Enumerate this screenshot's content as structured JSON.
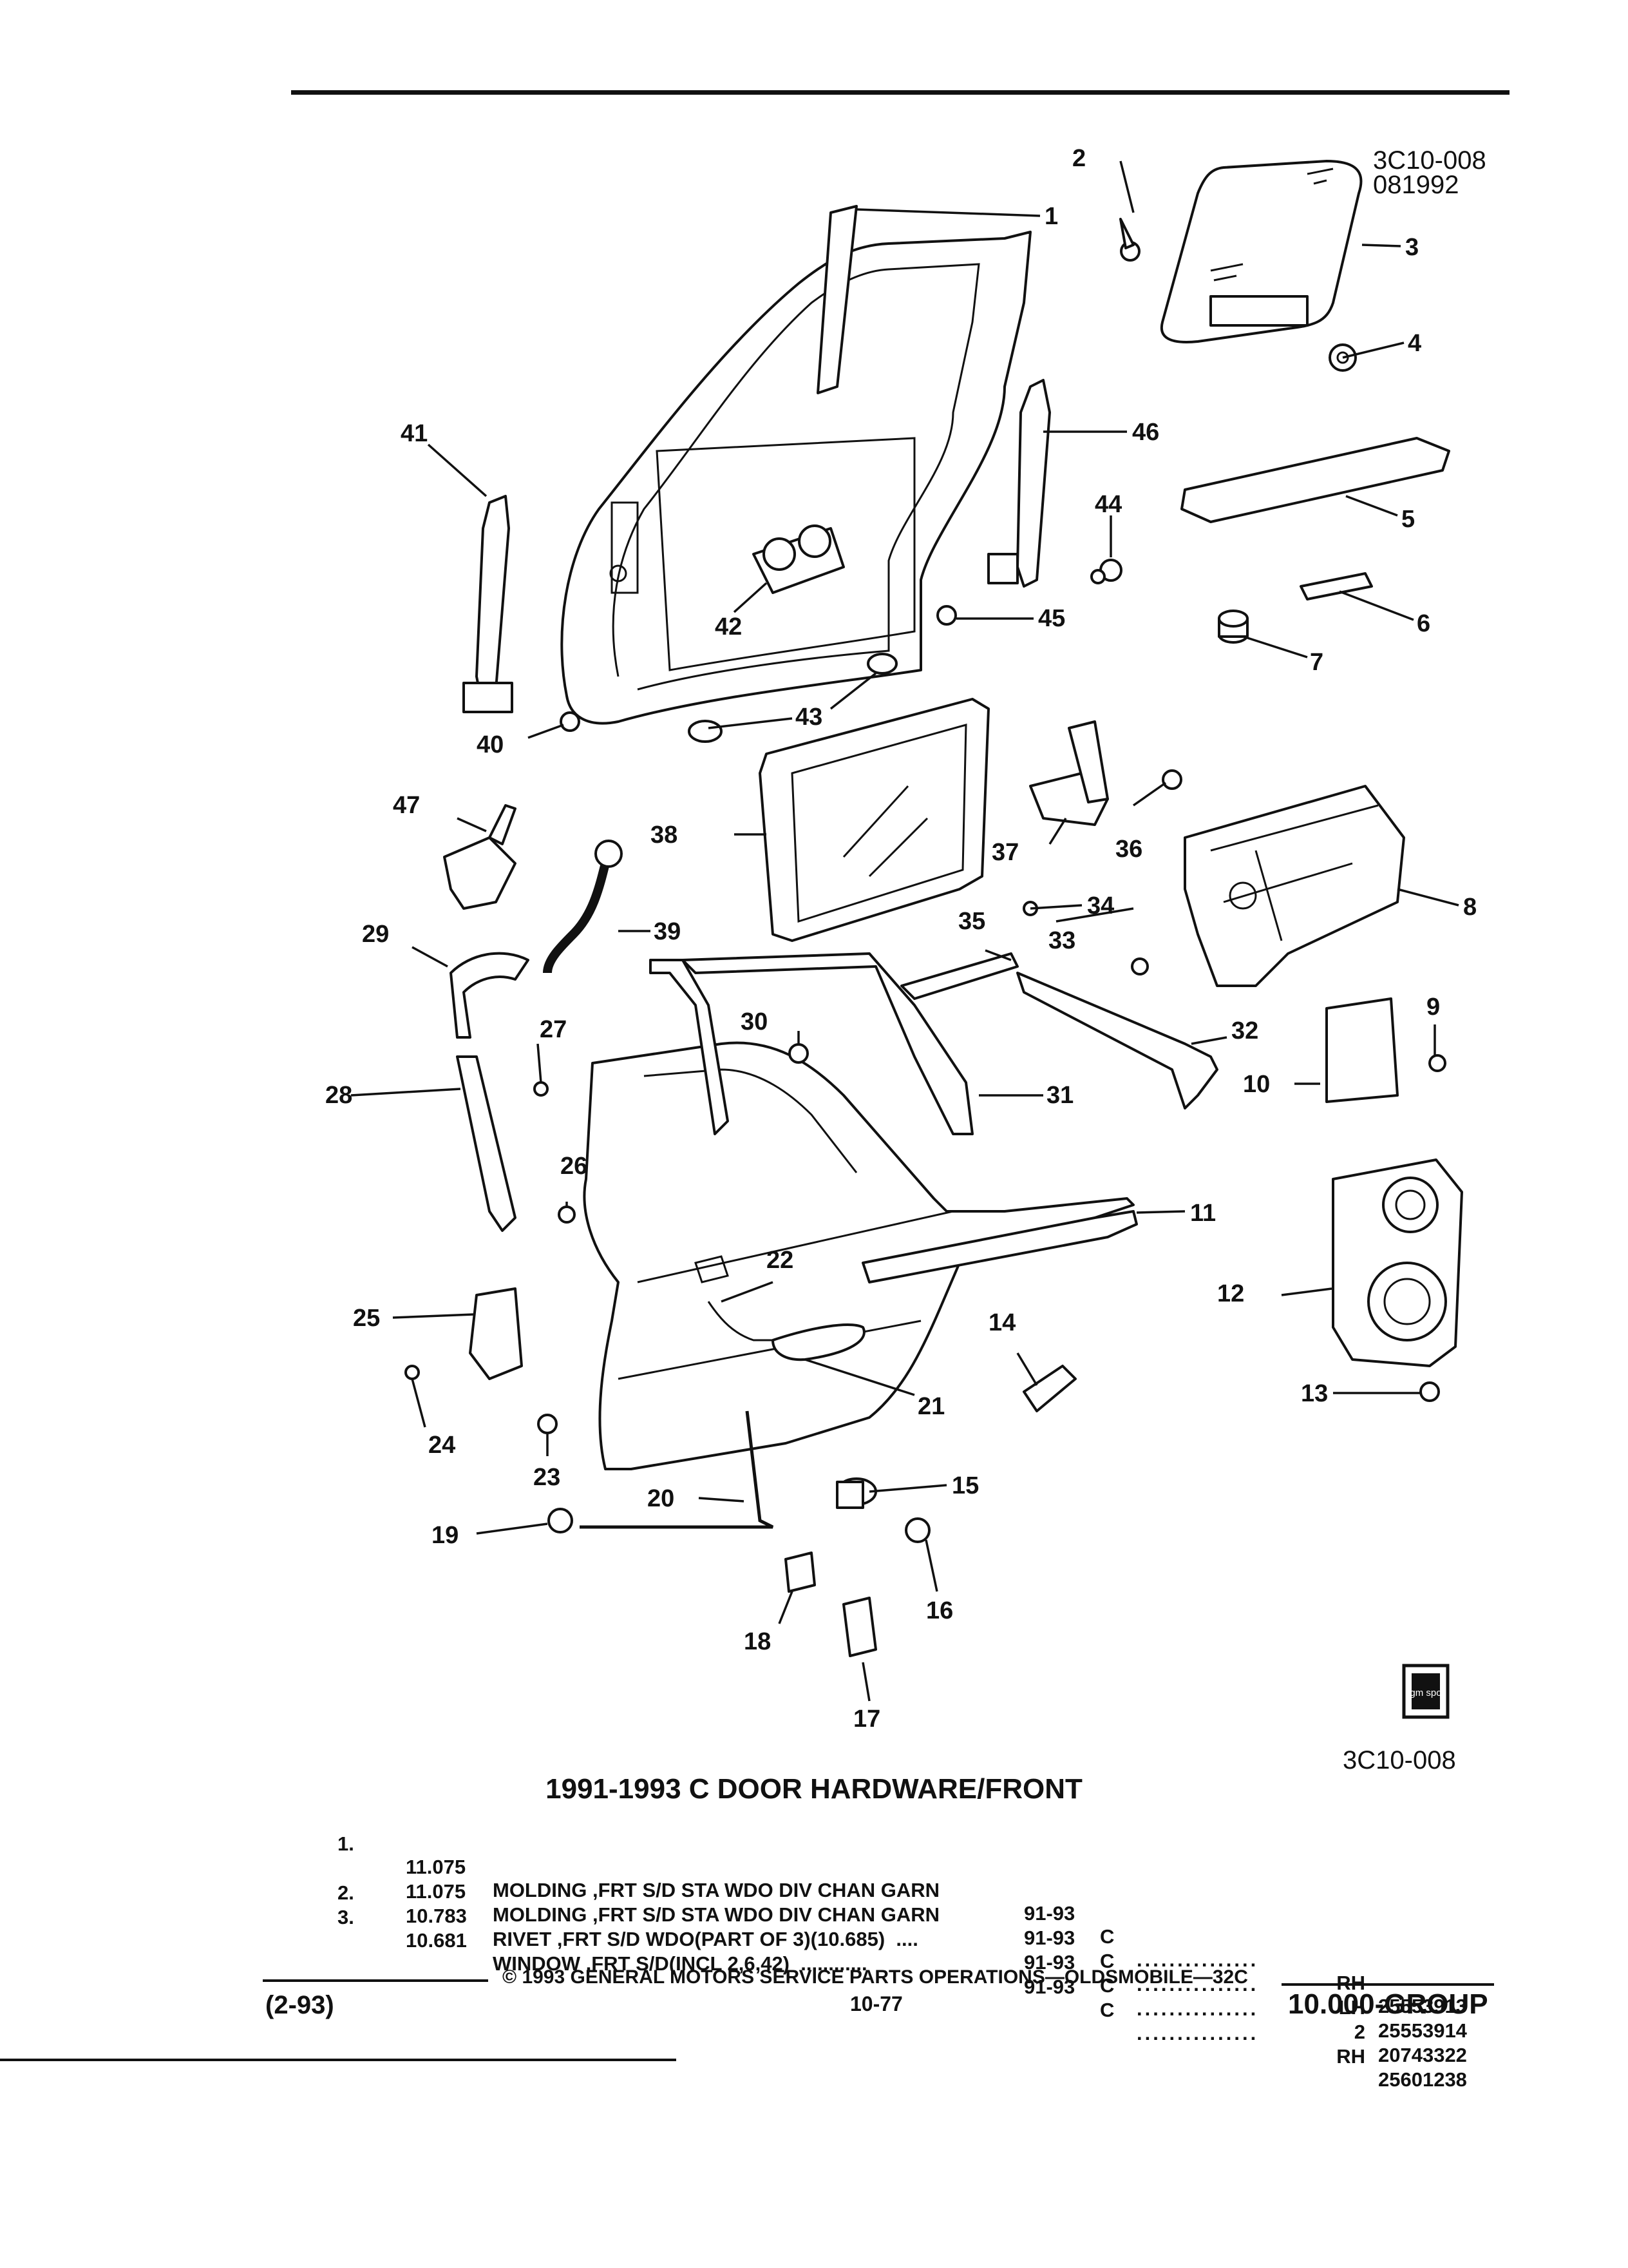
{
  "figure": {
    "ref_code_top": "3C10-008",
    "ref_date_top": "081992",
    "ref_code_bottom": "3C10-008",
    "logo_text": "gm spo",
    "callouts": [
      "1",
      "2",
      "3",
      "4",
      "5",
      "6",
      "7",
      "8",
      "9",
      "10",
      "11",
      "12",
      "13",
      "14",
      "15",
      "16",
      "17",
      "18",
      "19",
      "20",
      "21",
      "22",
      "23",
      "24",
      "25",
      "26",
      "27",
      "28",
      "29",
      "30",
      "31",
      "32",
      "33",
      "34",
      "35",
      "36",
      "37",
      "38",
      "39",
      "40",
      "41",
      "42",
      "43",
      "44",
      "45",
      "46",
      "47"
    ]
  },
  "title": "1991-1993 C DOOR HARDWARE/FRONT",
  "parts": [
    {
      "index": "1.",
      "code": "11.075",
      "desc": "MOLDING ,FRT S/D STA WDO DIV CHAN GARN",
      "years": "91-93",
      "series": "C",
      "dots": "...............",
      "qty": "RH",
      "part_no": "25553913"
    },
    {
      "index": "",
      "code": "11.075",
      "desc": "MOLDING ,FRT S/D STA WDO DIV CHAN GARN",
      "years": "91-93",
      "series": "C",
      "dots": "...............",
      "qty": "LH",
      "part_no": "25553914"
    },
    {
      "index": "2.",
      "code": "10.783",
      "desc": "RIVET ,FRT S/D WDO(PART OF 3)(10.685)  ....",
      "years": "91-93",
      "series": "C",
      "dots": "...............",
      "qty": "2",
      "part_no": "20743322"
    },
    {
      "index": "3.",
      "code": "10.681",
      "desc": "WINDOW ,FRT S/D(INCL 2,6,42)  ............",
      "years": "91-93",
      "series": "C",
      "dots": "...............",
      "qty": "RH",
      "part_no": "25601238"
    }
  ],
  "footer": {
    "copyright": "© 1993  GENERAL MOTORS SERVICE PARTS OPERATIONS—OLDSMOBILE—32C",
    "date": "(2-93)",
    "page": "10-77",
    "group": "10.000-GROUP"
  }
}
